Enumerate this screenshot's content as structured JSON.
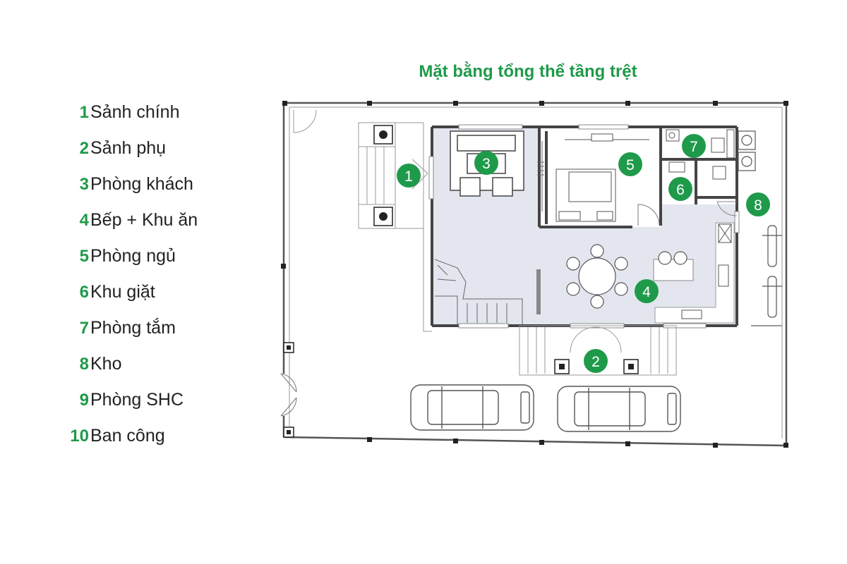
{
  "title": "Mặt bằng tổng thể tầng trệt",
  "colors": {
    "accent": "#1f9a4a",
    "floor": "#e3e6ef",
    "wall": "#444444",
    "text": "#222222"
  },
  "legend": [
    {
      "number": "1",
      "label": "Sảnh chính"
    },
    {
      "number": "2",
      "label": "Sảnh phụ"
    },
    {
      "number": "3",
      "label": "Phòng khách"
    },
    {
      "number": "4",
      "label": "Bếp + Khu ăn"
    },
    {
      "number": "5",
      "label": "Phòng ngủ"
    },
    {
      "number": "6",
      "label": "Khu giặt"
    },
    {
      "number": "7",
      "label": "Phòng tắm"
    },
    {
      "number": "8",
      "label": "Kho"
    },
    {
      "number": "9",
      "label": "Phòng SHC"
    },
    {
      "number": "10",
      "label": "Ban công"
    }
  ],
  "markers": [
    "1",
    "2",
    "3",
    "4",
    "5",
    "6",
    "7",
    "8"
  ]
}
